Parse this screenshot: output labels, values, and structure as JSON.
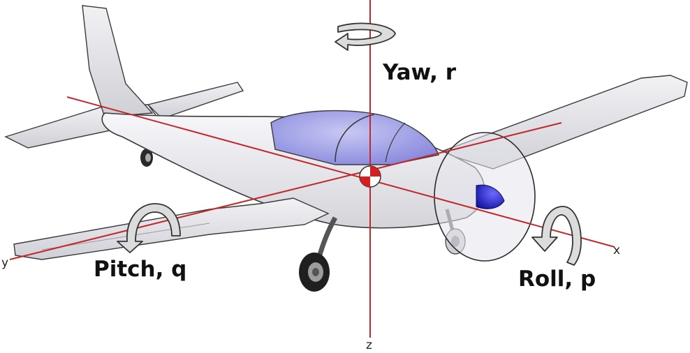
{
  "labels": {
    "yaw": "Yaw, r",
    "pitch": "Pitch, q",
    "roll": "Roll, p"
  },
  "axes": {
    "x": "x",
    "y": "y",
    "z": "z"
  },
  "colors": {
    "axis": "#c0282d",
    "fuselage": "#e9e9ee",
    "outline": "#3a3a3a",
    "canopy": "#8c8ce6",
    "spinner": "#1a1acc",
    "arrow_fill": "#dcdcdc",
    "cg_red": "#d42020"
  },
  "icons": {
    "cg_marker": "center-of-gravity-icon",
    "yaw_arrow": "curved-arrow-icon",
    "pitch_arrow": "curved-arrow-icon",
    "roll_arrow": "curved-arrow-icon"
  }
}
